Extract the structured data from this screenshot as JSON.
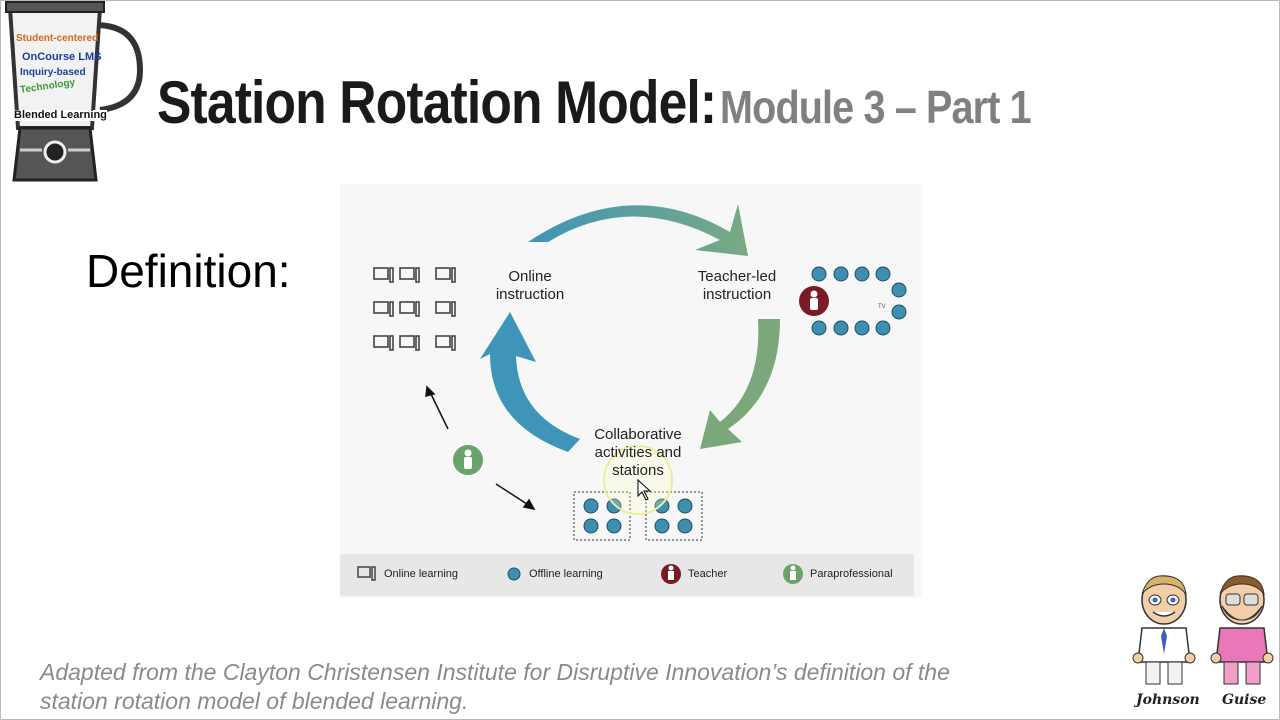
{
  "logo": {
    "lines": [
      "Student-centered",
      "OnCourse LMS",
      "Inquiry-based",
      "Technology"
    ],
    "label": "Blended Learning"
  },
  "title": {
    "main": "Station Rotation Model:",
    "sub": "Module 3 – Part 1"
  },
  "definition_label": "Definition:",
  "diagram": {
    "online_label_1": "Online",
    "online_label_2": "instruction",
    "teacher_label_1": "Teacher-led",
    "teacher_label_2": "instruction",
    "collab_label_1": "Collaborative",
    "collab_label_2": "activities and",
    "collab_label_3": "stations",
    "legend": {
      "online": "Online learning",
      "offline": "Offline learning",
      "teacher": "Teacher",
      "para": "Paraprofessional"
    },
    "colors": {
      "blue": "#3e95b8",
      "green": "#7aa87a",
      "teacher": "#7a1a24",
      "dot": "#3d8eaf"
    }
  },
  "caption": {
    "line1": "Adapted from the Clayton Christensen Institute for Disruptive Innovation’s definition of the",
    "line2": "station rotation model of blended learning."
  },
  "characters": {
    "left": "Johnson",
    "right": "Guise"
  }
}
